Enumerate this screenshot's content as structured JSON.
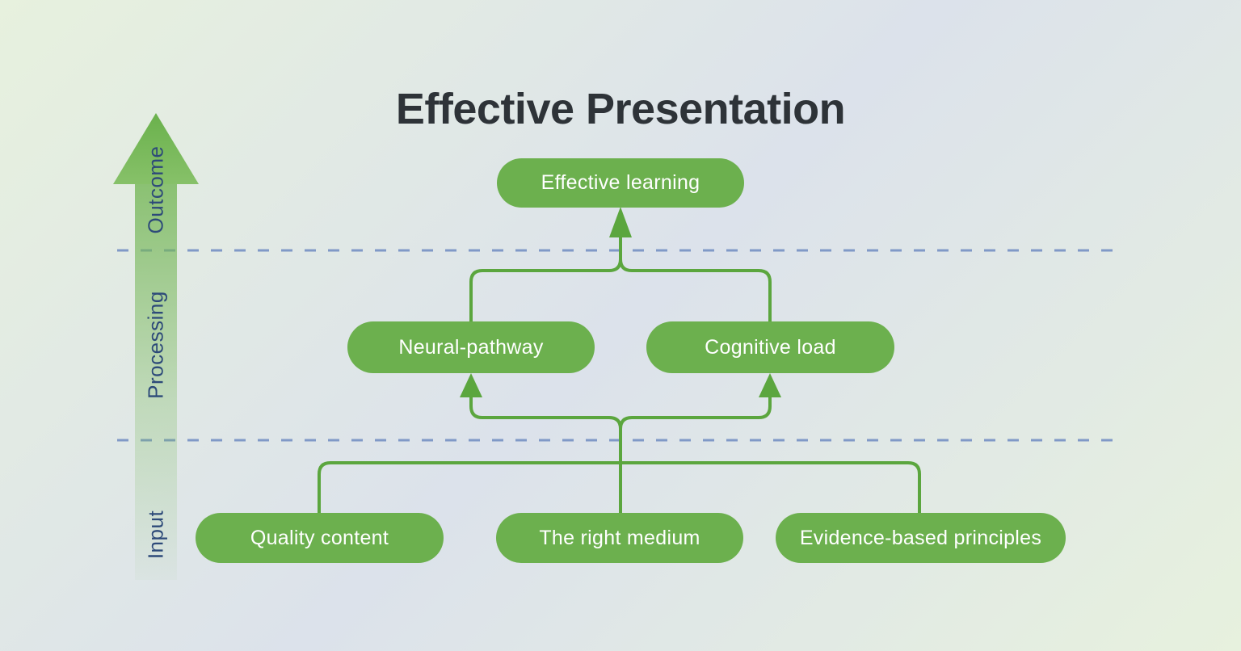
{
  "title": "Effective Presentation",
  "axis": {
    "labels": [
      {
        "id": "outcome",
        "label": "Outcome"
      },
      {
        "id": "processing",
        "label": "Processing"
      },
      {
        "id": "input",
        "label": "Input"
      }
    ]
  },
  "nodes": {
    "outcome": {
      "label": "Effective learning"
    },
    "processing": [
      {
        "label": "Neural-pathway"
      },
      {
        "label": "Cognitive load"
      }
    ],
    "input": [
      {
        "label": "Quality content"
      },
      {
        "label": "The right medium"
      },
      {
        "label": "Evidence-based principles"
      }
    ]
  },
  "colors": {
    "pill_green": "#6cb04e",
    "line_green": "#5ba63e",
    "arrow_green": "#74b656",
    "axis_label_navy": "#2d4a79",
    "divider_blue": "#8099c7",
    "title_color": "#2e3338",
    "bg_green": "#e7f1de",
    "bg_blue": "#dce2eb"
  }
}
